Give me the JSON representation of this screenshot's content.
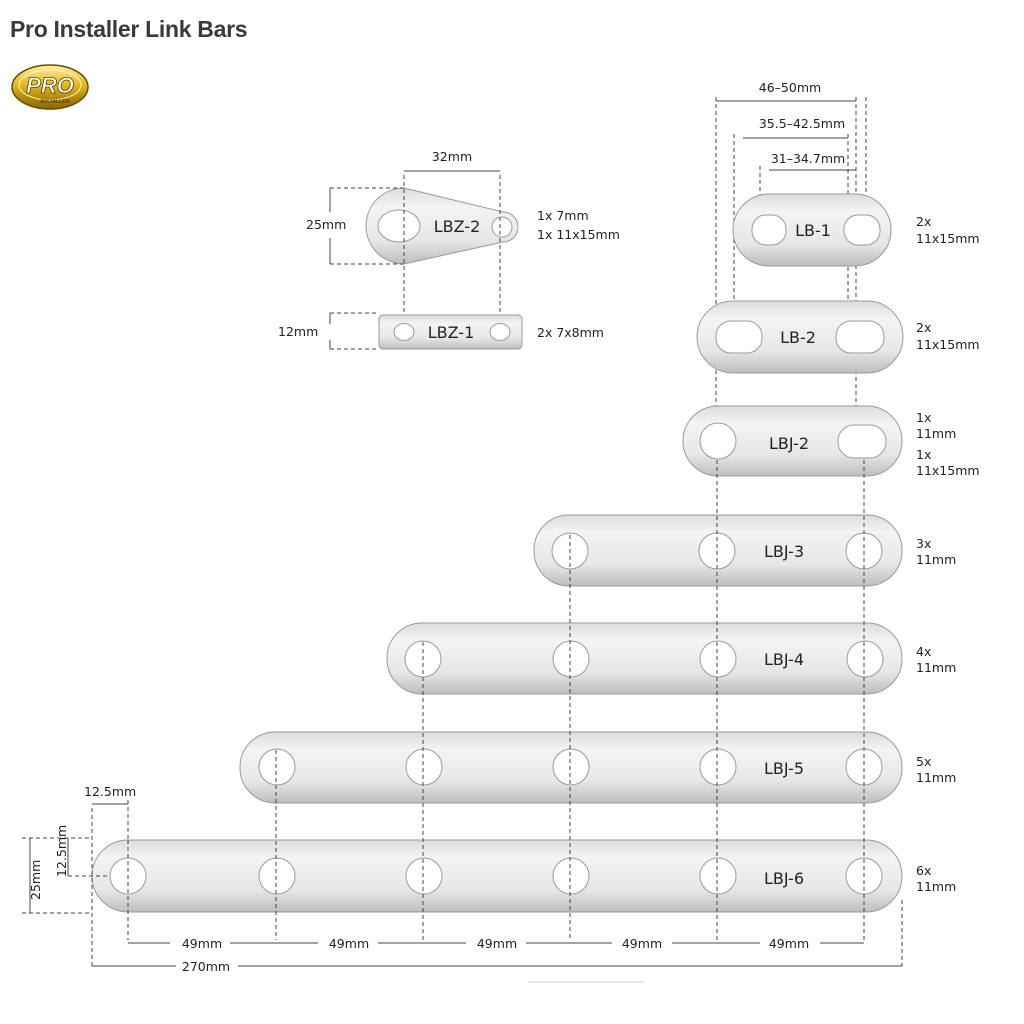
{
  "title": "Pro Installer Link Bars",
  "logo": {
    "text": "PRO",
    "subtext": "INSTALLER",
    "colors": {
      "gold": "#e3b81c",
      "dark": "#7a5a00",
      "red": "#c0392b"
    }
  },
  "colors": {
    "metal_light": "#f1f1f1",
    "metal_mid": "#d2d2d2",
    "metal_edge": "#9a9a9a",
    "hole": "#ffffff",
    "line": "#444444"
  },
  "parts": {
    "lbz2": {
      "code": "LBZ-2",
      "spec1": "1x 7mm",
      "spec2": "1x 11x15mm",
      "height": "25mm",
      "span": "32mm"
    },
    "lbz1": {
      "code": "LBZ-1",
      "spec1": "2x 7x8mm",
      "height": "12mm"
    },
    "lb1": {
      "code": "LB-1",
      "spec1": "2x",
      "spec2": "11x15mm"
    },
    "lb2": {
      "code": "LB-2",
      "spec1": "2x",
      "spec2": "11x15mm"
    },
    "lbj2": {
      "code": "LBJ-2",
      "spec1": "1x",
      "spec2": "11mm",
      "spec3": "1x",
      "spec4": "11x15mm"
    },
    "lbj3": {
      "code": "LBJ-3",
      "spec1": "3x",
      "spec2": "11mm"
    },
    "lbj4": {
      "code": "LBJ-4",
      "spec1": "4x",
      "spec2": "11mm"
    },
    "lbj5": {
      "code": "LBJ-5",
      "spec1": "5x",
      "spec2": "11mm"
    },
    "lbj6": {
      "code": "LBJ-6",
      "spec1": "6x",
      "spec2": "11mm"
    }
  },
  "dims": {
    "lb_outer": "46–50mm",
    "lb_mid": "35.5–42.5mm",
    "lb_inner": "31–34.7mm",
    "edge": "12.5mm",
    "half_height": "12.5mm",
    "height": "25mm",
    "pitch": [
      "49mm",
      "49mm",
      "49mm",
      "49mm",
      "49mm"
    ],
    "total": "270mm"
  }
}
